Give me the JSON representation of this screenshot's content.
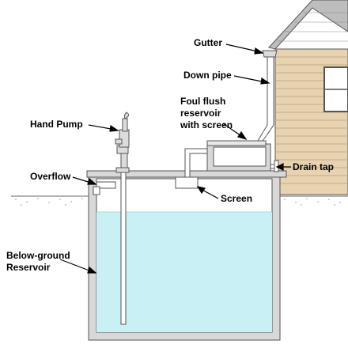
{
  "labels": {
    "gutter": "Gutter",
    "down_pipe": "Down pipe",
    "foul_flush_line1": "Foul flush",
    "foul_flush_line2": "reservoir",
    "foul_flush_line3": "with screen",
    "hand_pump": "Hand Pump",
    "overflow": "Overflow",
    "drain_tap": "Drain tap",
    "screen": "Screen",
    "reservoir_line1": "Below-ground",
    "reservoir_line2": "Reservoir"
  },
  "colors": {
    "water": "#c9f0f4",
    "siding": "#e7d3b0",
    "roof": "#bdbdbd",
    "soil_dots": "#9a9a9a",
    "concrete": "#d8d8d8"
  }
}
